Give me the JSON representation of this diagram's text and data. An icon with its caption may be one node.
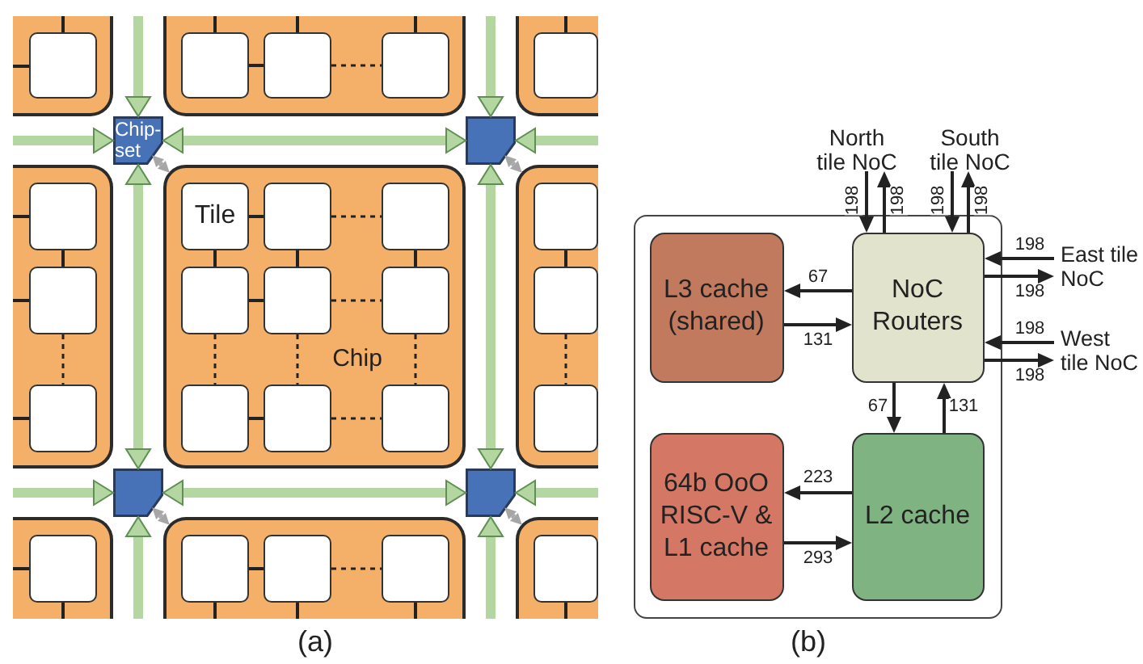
{
  "diagram": {
    "nodes": [
      {
        "text": [],
        "shape": "box"
      },
      {
        "text": [],
        "shape": "box",
        "in": 0
      },
      {
        "text": [],
        "shape": "box"
      },
      {
        "text": [],
        "shape": "box",
        "in": 2
      },
      {
        "text": [],
        "shape": "box",
        "in": 2
      },
      {
        "text": [],
        "shape": "box",
        "in": 2
      },
      {
        "text": [],
        "shape": "box"
      },
      {
        "text": [],
        "shape": "box",
        "in": 6
      },
      {
        "text": [
          "Chip-set"
        ]
      },
      {
        "text": [],
        "shape": "box"
      },
      {
        "text": [],
        "shape": "box"
      },
      {
        "text": [],
        "shape": "box",
        "in": 10
      },
      {
        "text": [],
        "shape": "box",
        "in": 10
      },
      {
        "text": [],
        "shape": "box",
        "in": 10
      },
      {
        "text": [
          "Chip"
        ]
      },
      {
        "text": [
          "Tile"
        ],
        "in": 14
      },
      {
        "text": [],
        "shape": "box",
        "in": 14
      },
      {
        "text": [],
        "shape": "box",
        "in": 14
      },
      {
        "text": [],
        "shape": "box",
        "in": 14
      },
      {
        "text": [],
        "shape": "box",
        "in": 14
      },
      {
        "text": [],
        "shape": "box",
        "in": 14
      },
      {
        "text": [],
        "shape": "box",
        "in": 14
      },
      {
        "text": [],
        "shape": "box",
        "in": 14
      },
      {
        "text": [],
        "shape": "box",
        "in": 14
      },
      {
        "text": [],
        "shape": "box"
      },
      {
        "text": [],
        "shape": "box",
        "in": 24
      },
      {
        "text": [],
        "shape": "box",
        "in": 24
      },
      {
        "text": [],
        "shape": "box",
        "in": 24
      },
      {
        "text": [],
        "shape": "box"
      },
      {
        "text": [],
        "shape": "box"
      },
      {
        "text": [],
        "shape": "box"
      },
      {
        "text": [],
        "shape": "box",
        "in": 30
      },
      {
        "text": [],
        "shape": "box"
      },
      {
        "text": [],
        "shape": "box",
        "in": 32
      },
      {
        "text": [],
        "shape": "box",
        "in": 32
      },
      {
        "text": [],
        "shape": "box",
        "in": 32
      },
      {
        "text": [],
        "shape": "box"
      },
      {
        "text": [],
        "shape": "box",
        "in": 36
      },
      {
        "text": [
          "North tile NoC"
        ]
      },
      {
        "text": [
          "South tile NoC"
        ]
      },
      {
        "text": [],
        "shape": "box"
      },
      {
        "text": [
          "L3 cache (shared)"
        ],
        "in": 40
      },
      {
        "text": [
          "NoC Routers"
        ],
        "in": 40
      },
      {
        "text": [
          "East tile NoC"
        ]
      },
      {
        "text": [
          "West tile NoC"
        ]
      },
      {
        "text": [
          "64b OoO RISC-V & L1 cache"
        ],
        "in": 40
      },
      {
        "text": [
          "L2 cache"
        ],
        "in": 40
      }
    ],
    "edges": [
      {
        "from": 3,
        "to": 4,
        "arrow": "none"
      },
      {
        "from": 4,
        "to": 5,
        "arrow": "none",
        "style": "dashed"
      },
      {
        "from": 11,
        "to": 12,
        "arrow": "none"
      },
      {
        "from": 12,
        "to": 13,
        "arrow": "none",
        "style": "dashed"
      },
      {
        "from": 15,
        "to": 16,
        "arrow": "none"
      },
      {
        "from": 16,
        "to": 17,
        "arrow": "none",
        "style": "dashed"
      },
      {
        "from": 18,
        "to": 19,
        "arrow": "none"
      },
      {
        "from": 19,
        "to": 20,
        "arrow": "none",
        "style": "dashed"
      },
      {
        "from": 21,
        "to": 22,
        "arrow": "none"
      },
      {
        "from": 22,
        "to": 23,
        "arrow": "none",
        "style": "dashed"
      },
      {
        "from": 15,
        "to": 18,
        "arrow": "none"
      },
      {
        "from": 18,
        "to": 21,
        "arrow": "none",
        "style": "dashed"
      },
      {
        "from": 16,
        "to": 19,
        "arrow": "none"
      },
      {
        "from": 19,
        "to": 22,
        "arrow": "none",
        "style": "dashed"
      },
      {
        "from": 17,
        "to": 20,
        "arrow": "none"
      },
      {
        "from": 20,
        "to": 23,
        "arrow": "none",
        "style": "dashed"
      },
      {
        "from": 25,
        "to": 26,
        "arrow": "none"
      },
      {
        "from": 26,
        "to": 27,
        "arrow": "none",
        "style": "dashed"
      },
      {
        "from": 33,
        "to": 34,
        "arrow": "none"
      },
      {
        "from": 34,
        "to": 35,
        "arrow": "none",
        "style": "dashed"
      },
      {
        "from": 8,
        "to": 9,
        "arrow": "both",
        "style": "thick",
        "color": "#b4d7a2"
      },
      {
        "from": 8,
        "to": 28,
        "arrow": "both",
        "style": "thick",
        "color": "#b4d7a2"
      },
      {
        "from": 9,
        "to": 29,
        "arrow": "both",
        "style": "thick",
        "color": "#b4d7a2"
      },
      {
        "from": 28,
        "to": 29,
        "arrow": "both",
        "style": "thick",
        "color": "#b4d7a2"
      },
      {
        "from": null,
        "to": 8,
        "arrow": "to",
        "style": "thick",
        "color": "#b4d7a2"
      },
      {
        "from": null,
        "to": 8,
        "arrow": "to",
        "style": "thick",
        "color": "#b4d7a2"
      },
      {
        "from": null,
        "to": 9,
        "arrow": "to",
        "style": "thick",
        "color": "#b4d7a2"
      },
      {
        "from": null,
        "to": 9,
        "arrow": "to",
        "style": "thick",
        "color": "#b4d7a2"
      },
      {
        "from": null,
        "to": 28,
        "arrow": "to",
        "style": "thick",
        "color": "#b4d7a2"
      },
      {
        "from": null,
        "to": 28,
        "arrow": "to",
        "style": "thick",
        "color": "#b4d7a2"
      },
      {
        "from": null,
        "to": 29,
        "arrow": "to",
        "style": "thick",
        "color": "#b4d7a2"
      },
      {
        "from": null,
        "to": 29,
        "arrow": "to",
        "style": "thick",
        "color": "#b4d7a2"
      },
      {
        "from": 8,
        "to": 14,
        "arrow": "both",
        "color": "#a6a6a6"
      },
      {
        "from": 9,
        "to": 24,
        "arrow": "both",
        "color": "#a6a6a6"
      },
      {
        "from": 28,
        "to": 32,
        "arrow": "both",
        "color": "#a6a6a6"
      },
      {
        "from": 29,
        "to": 36,
        "arrow": "both",
        "color": "#a6a6a6"
      },
      {
        "from": 38,
        "to": 42,
        "arrow": "to",
        "label": "198"
      },
      {
        "from": 42,
        "to": 38,
        "arrow": "to",
        "label": "198"
      },
      {
        "from": 39,
        "to": 42,
        "arrow": "to",
        "label": "198"
      },
      {
        "from": 42,
        "to": 39,
        "arrow": "to",
        "label": "198"
      },
      {
        "from": 43,
        "to": 42,
        "arrow": "to",
        "label": "198"
      },
      {
        "from": 42,
        "to": 43,
        "arrow": "to",
        "label": "198"
      },
      {
        "from": 44,
        "to": 42,
        "arrow": "to",
        "label": "198"
      },
      {
        "from": 42,
        "to": 44,
        "arrow": "to",
        "label": "198"
      },
      {
        "from": 42,
        "to": 41,
        "arrow": "to",
        "label": "67"
      },
      {
        "from": 41,
        "to": 42,
        "arrow": "to",
        "label": "131"
      },
      {
        "from": 42,
        "to": 46,
        "arrow": "to",
        "label": "67"
      },
      {
        "from": 46,
        "to": 42,
        "arrow": "to",
        "label": "131"
      },
      {
        "from": 46,
        "to": 45,
        "arrow": "to",
        "label": "223"
      },
      {
        "from": 45,
        "to": 46,
        "arrow": "to",
        "label": "293"
      }
    ],
    "labels": [
      "(a)",
      "(b)"
    ]
  }
}
